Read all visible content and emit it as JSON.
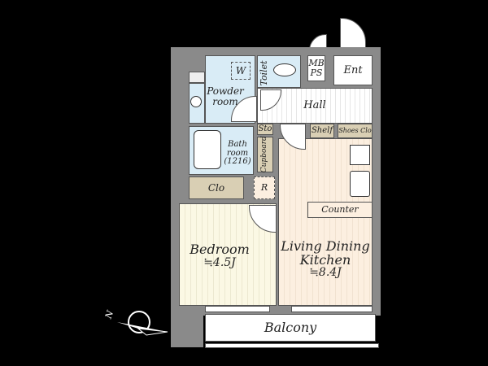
{
  "rooms": {
    "w": "W",
    "toilet": "Toilet",
    "mb_ps": "MB\nPS",
    "mb": "MB",
    "ps": "PS",
    "ent": "Ent",
    "powder_room": "Powder",
    "powder_room2": "room",
    "hall": "Hall",
    "sto": "Sto",
    "shelf": "Shelf",
    "shoes_clo": "Shoes Clo",
    "bath1": "Bath",
    "bath2": "room",
    "bath3": "(1216)",
    "cupboard": "Cupboard",
    "clo": "Clo",
    "r": "R",
    "counter": "Counter",
    "bedroom": "Bedroom",
    "bedroom_size": "≒4.5J",
    "ldk1": "Living Dining",
    "ldk2": "Kitchen",
    "ldk_size": "≒8.4J",
    "balcony": "Balcony"
  },
  "compass": {
    "label": "N"
  },
  "colors": {
    "wet": "#d9ecf6",
    "storage": "#d9cfb4",
    "ldk": "#fcefe0",
    "bedroom": "#fbf8e4",
    "wall": "#8a8a8a"
  }
}
